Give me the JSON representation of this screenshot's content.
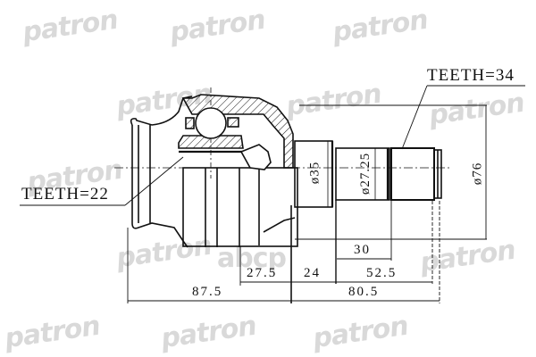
{
  "diagram": {
    "type": "technical drawing",
    "subject": "CV joint (inner) dimensional drawing",
    "labels": {
      "teeth_outer": "TEETH=22",
      "teeth_inner": "TEETH=34"
    },
    "diameters": {
      "d35": "ø35",
      "d27_25": "ø27.25",
      "d76": "ø76"
    },
    "lengths": {
      "l30": "30",
      "l27_5": "27.5",
      "l24": "24",
      "l52_5": "52.5",
      "l87_5": "87.5",
      "l80_5": "80.5"
    },
    "watermarks": {
      "brand": "patron",
      "secondary": "abcp"
    },
    "colors": {
      "line": "#111111",
      "watermark": "#d9d9d9",
      "background": "#ffffff"
    }
  }
}
